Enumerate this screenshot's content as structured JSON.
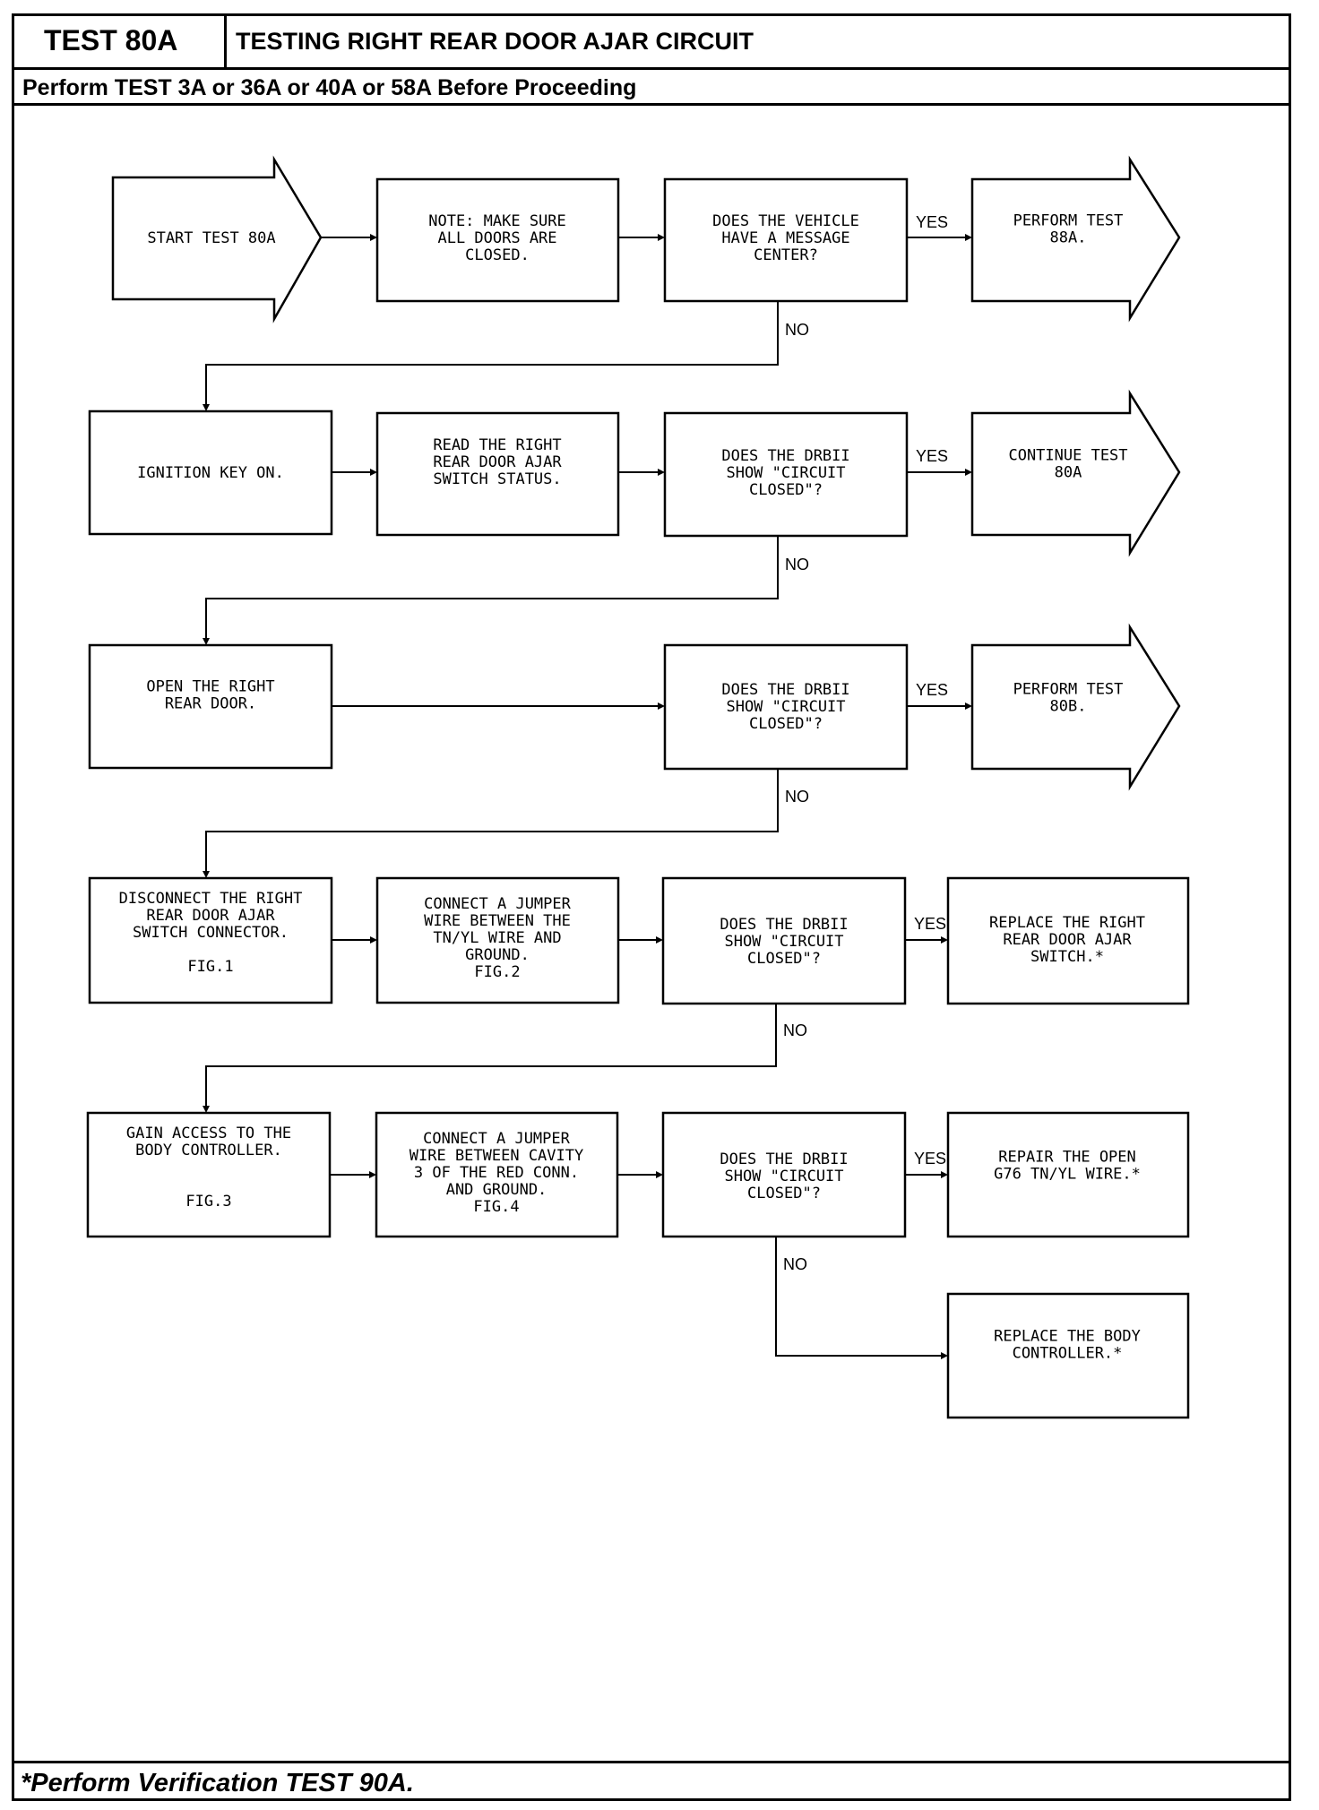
{
  "header": {
    "test_id": "TEST 80A",
    "title": "TESTING RIGHT REAR DOOR AJAR CIRCUIT",
    "prerequisite": "Perform TEST 3A or 36A or 40A or 58A Before Proceeding"
  },
  "footer": {
    "note": "*Perform Verification TEST 90A."
  },
  "labels": {
    "yes": "YES",
    "no": "NO"
  },
  "nodes": {
    "start": {
      "lines": [
        "START TEST 80A"
      ]
    },
    "note": {
      "lines": [
        "NOTE: MAKE SURE",
        "ALL DOORS ARE",
        "CLOSED."
      ]
    },
    "q_message_center": {
      "lines": [
        "DOES THE VEHICLE",
        "HAVE A MESSAGE",
        "CENTER?"
      ]
    },
    "perform_88a": {
      "lines": [
        "PERFORM TEST",
        "88A."
      ]
    },
    "ignition": {
      "lines": [
        "IGNITION KEY ON."
      ]
    },
    "read_status": {
      "lines": [
        "READ THE RIGHT",
        "REAR DOOR AJAR",
        "SWITCH STATUS."
      ]
    },
    "q_closed_1": {
      "lines": [
        "DOES THE DRBII",
        "SHOW \"CIRCUIT",
        "CLOSED\"?"
      ]
    },
    "continue_80a": {
      "lines": [
        "CONTINUE TEST",
        "80A"
      ]
    },
    "open_door": {
      "lines": [
        "OPEN THE RIGHT",
        "REAR DOOR."
      ]
    },
    "q_closed_2": {
      "lines": [
        "DOES THE DRBII",
        "SHOW \"CIRCUIT",
        "CLOSED\"?"
      ]
    },
    "perform_80b": {
      "lines": [
        "PERFORM TEST",
        "80B."
      ]
    },
    "disconnect": {
      "lines": [
        "DISCONNECT THE RIGHT",
        "REAR DOOR AJAR",
        "SWITCH CONNECTOR.",
        "",
        "FIG.1"
      ]
    },
    "jumper_1": {
      "lines": [
        "CONNECT A JUMPER",
        "WIRE BETWEEN THE",
        "TN/YL WIRE AND",
        "GROUND.",
        "FIG.2"
      ]
    },
    "q_closed_3": {
      "lines": [
        "DOES THE DRBII",
        "SHOW \"CIRCUIT",
        "CLOSED\"?"
      ]
    },
    "replace_switch": {
      "lines": [
        "REPLACE THE RIGHT",
        "REAR DOOR AJAR",
        "SWITCH.*"
      ]
    },
    "gain_access": {
      "lines": [
        "GAIN ACCESS TO THE",
        "BODY CONTROLLER.",
        "",
        "",
        "FIG.3"
      ]
    },
    "jumper_2": {
      "lines": [
        "CONNECT A JUMPER",
        "WIRE BETWEEN CAVITY",
        "3 OF THE RED CONN.",
        "AND GROUND.",
        "FIG.4"
      ]
    },
    "q_closed_4": {
      "lines": [
        "DOES THE DRBII",
        "SHOW \"CIRCUIT",
        "CLOSED\"?"
      ]
    },
    "repair_wire": {
      "lines": [
        "REPAIR THE OPEN",
        "G76 TN/YL WIRE.*"
      ]
    },
    "replace_controller": {
      "lines": [
        "REPLACE THE BODY",
        "CONTROLLER.*"
      ]
    }
  }
}
